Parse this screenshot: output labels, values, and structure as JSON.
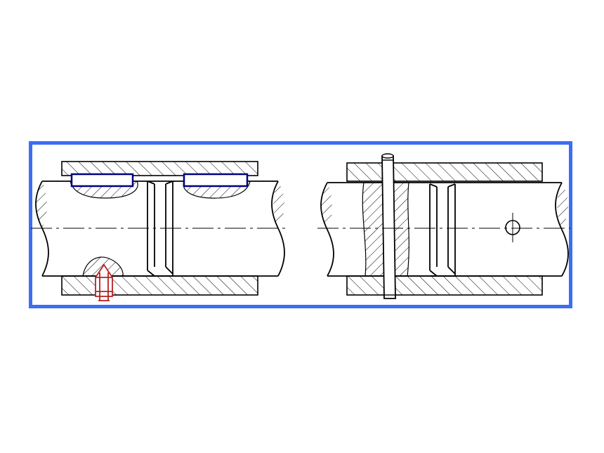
{
  "figure": {
    "frame_color": "#3b6ef5",
    "line_color": "#000000",
    "hatch_color": "#000000",
    "key_color": "#000080",
    "screw_color": "#b22222",
    "background": "#ffffff"
  },
  "left_view": {
    "parts": [
      "shaft",
      "sleeve",
      "feather-key",
      "feather-key",
      "set-screw",
      "groove"
    ]
  },
  "right_view": {
    "parts": [
      "shaft",
      "sleeve",
      "taper-pin",
      "groove",
      "pin-hole"
    ]
  }
}
